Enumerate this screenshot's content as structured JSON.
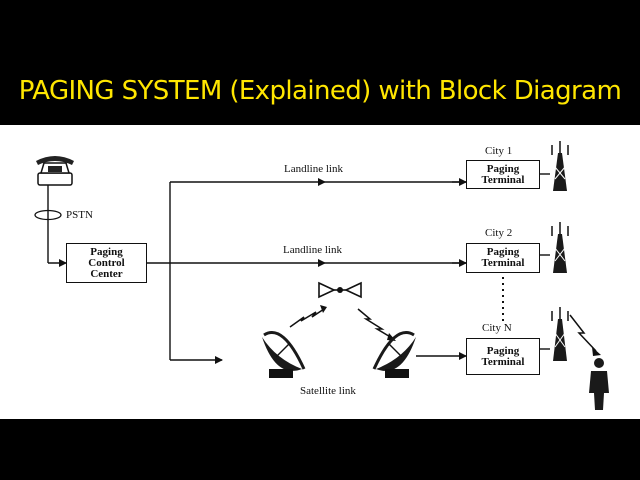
{
  "title": "PAGING SYSTEM (Explained) with Block Diagram",
  "colors": {
    "title_text": "#ffe600",
    "bar_background": "#000000",
    "diagram_background": "#ffffff",
    "ink": "#111111"
  },
  "diagram": {
    "pstn_label": "PSTN",
    "control_center": {
      "line1": "Paging",
      "line2": "Control",
      "line3": "Center"
    },
    "links": {
      "landline_1": "Landline link",
      "landline_2": "Landline link",
      "satellite": "Satellite link"
    },
    "cities": [
      {
        "name": "City 1",
        "terminal_line1": "Paging",
        "terminal_line2": "Terminal"
      },
      {
        "name": "City 2",
        "terminal_line1": "Paging",
        "terminal_line2": "Terminal"
      },
      {
        "name": "City N",
        "terminal_line1": "Paging",
        "terminal_line2": "Terminal"
      }
    ],
    "icons": [
      "telephone-icon",
      "satellite-icon",
      "satellite-dish-icon",
      "radio-tower-icon",
      "person-icon"
    ]
  }
}
